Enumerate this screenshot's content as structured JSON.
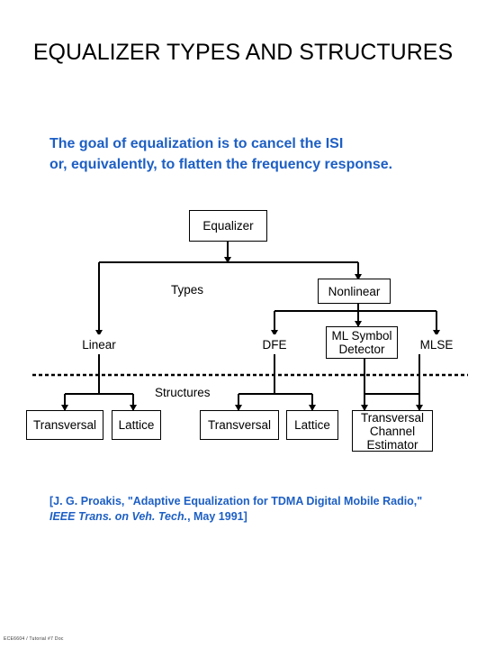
{
  "title": "EQUALIZER TYPES AND STRUCTURES",
  "goal": {
    "line1": "The goal of equalization is to cancel the ISI",
    "line2": "or, equivalently, to flatten the frequency response."
  },
  "diagram": {
    "equalizer": "Equalizer",
    "types_label": "Types",
    "nonlinear": "Nonlinear",
    "linear": "Linear",
    "dfe": "DFE",
    "ml_symbol_line1": "ML Symbol",
    "ml_symbol_line2": "Detector",
    "mlse": "MLSE",
    "structures_label": "Structures",
    "transversal_1": "Transversal",
    "lattice_1": "Lattice",
    "transversal_2": "Transversal",
    "lattice_2": "Lattice",
    "tce_line1": "Transversal",
    "tce_line2": "Channel",
    "tce_line3": "Estimator"
  },
  "reference": {
    "part1": "[J. G. Proakis, \"Adaptive Equalization for TDMA Digital Mobile Radio,\"",
    "journal": "IEEE Trans. on Veh. Tech.",
    "part2": ", May 1991]"
  },
  "footer": "ECE6604 / Tutorial #7 Doc"
}
